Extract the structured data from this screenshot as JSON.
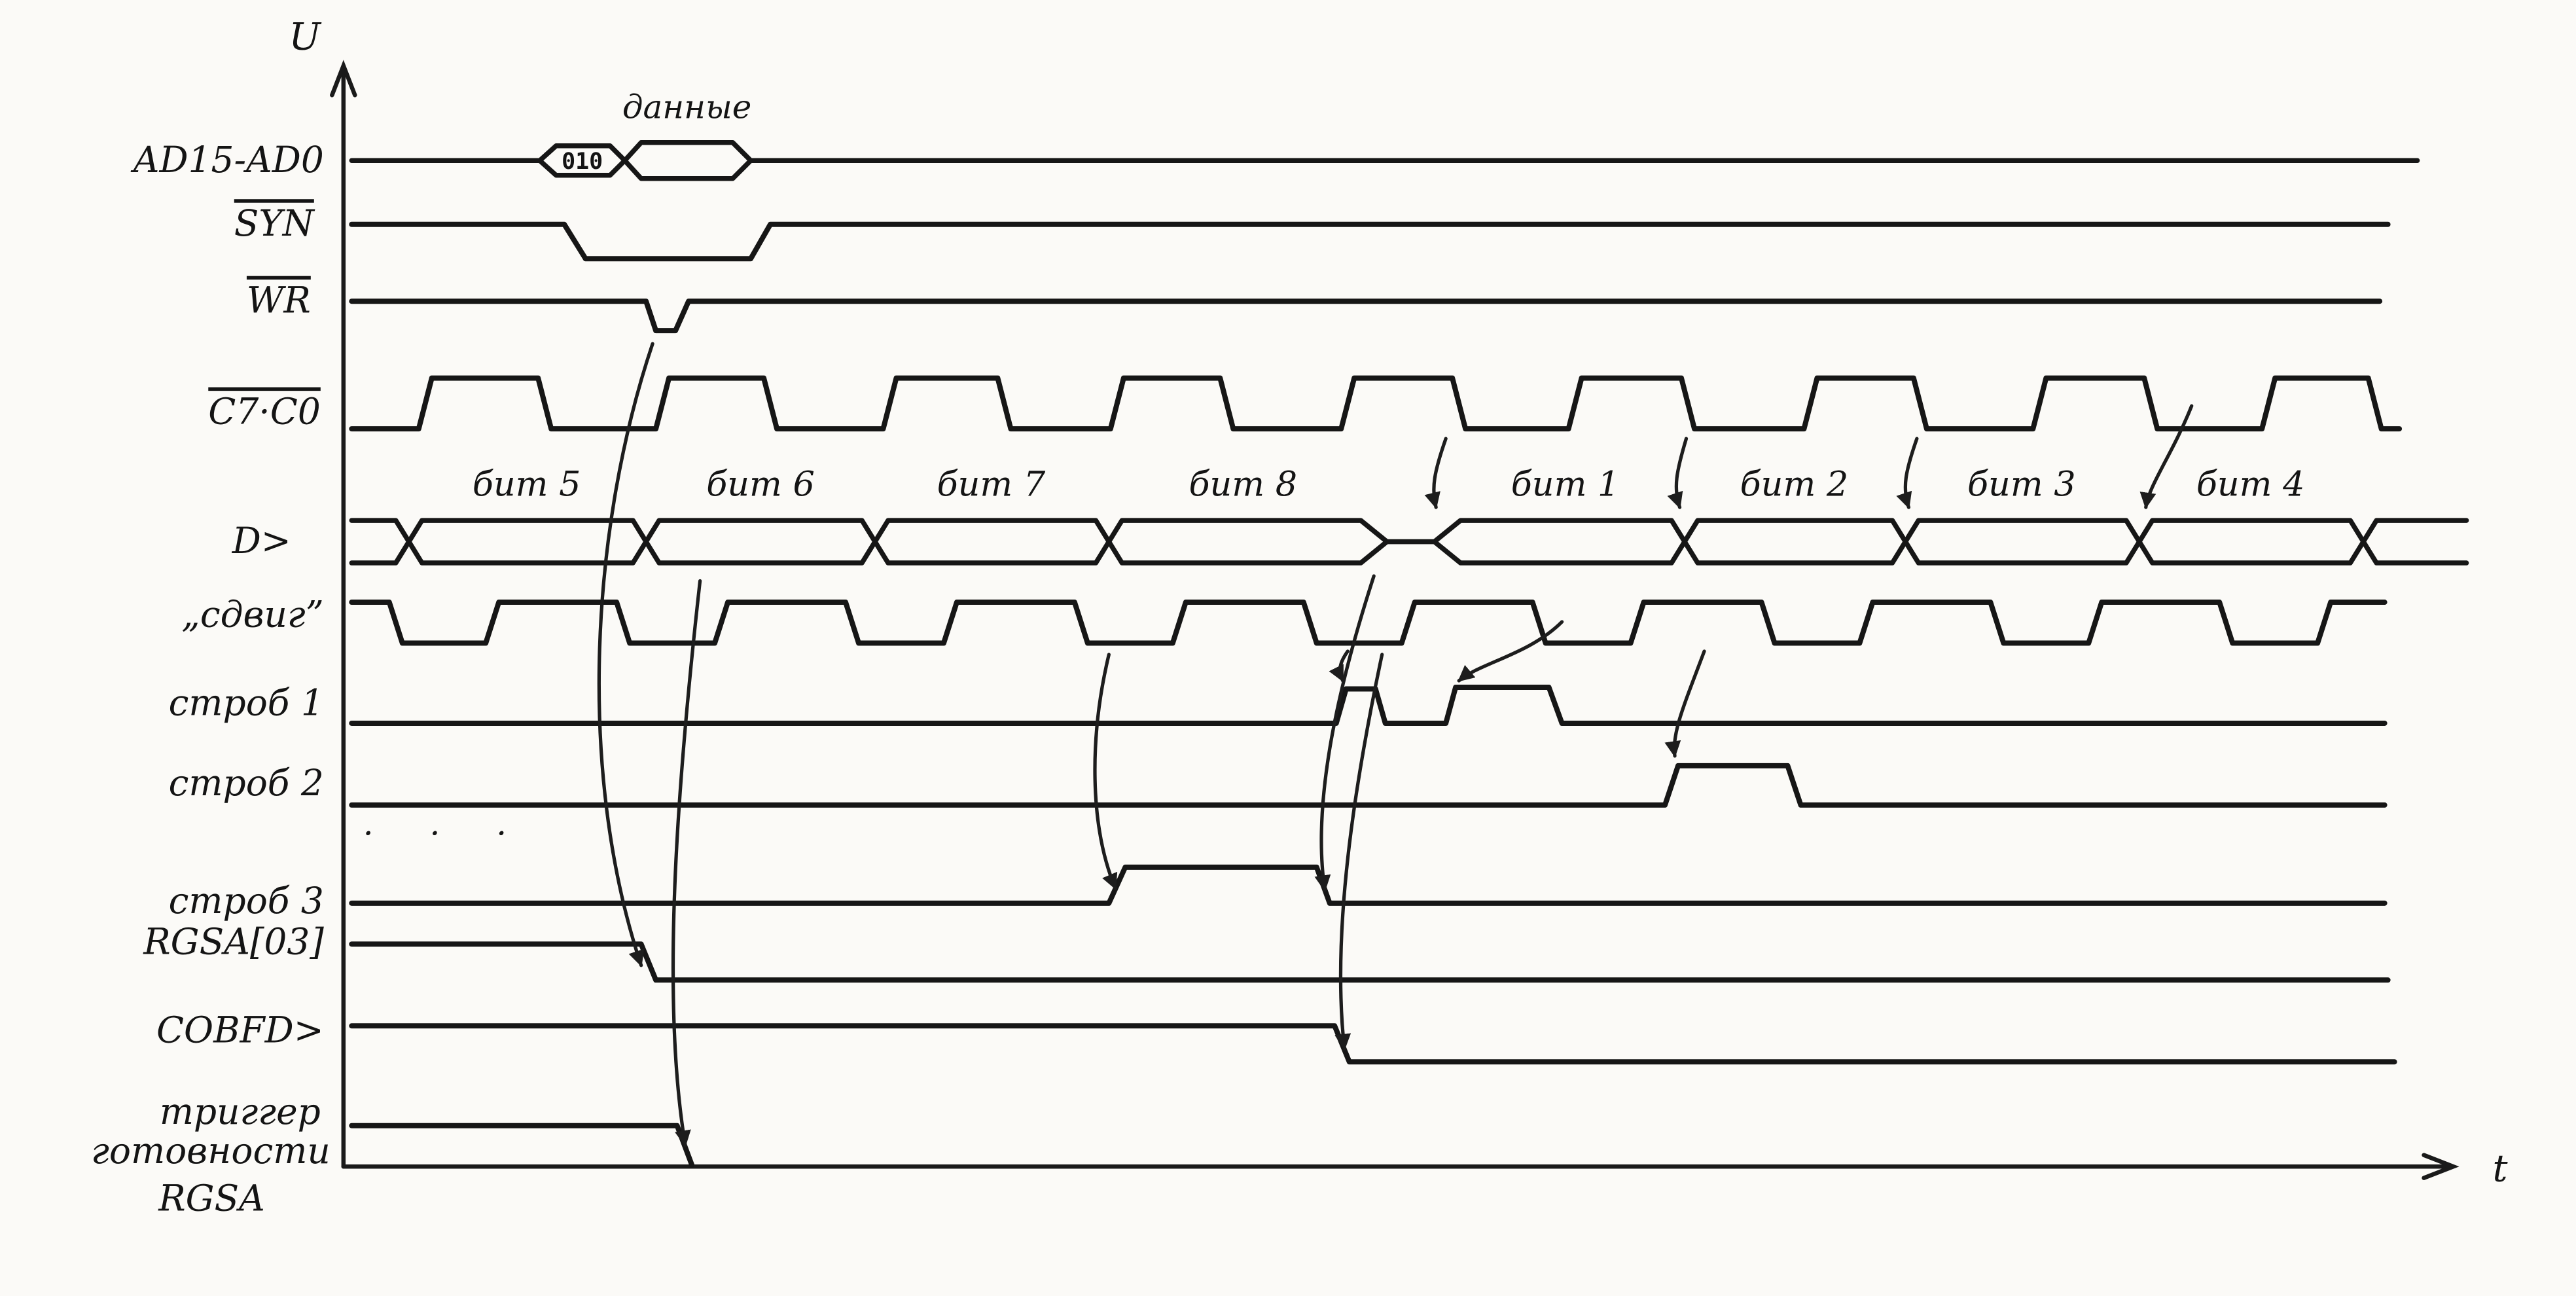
{
  "axes": {
    "u_label": "U",
    "t_label": "t"
  },
  "signals": [
    {
      "id": "ad15-ad0",
      "label": "AD15-AD0",
      "overline": false
    },
    {
      "id": "syn",
      "label": "SYN",
      "overline": true
    },
    {
      "id": "wr",
      "label": "WR",
      "overline": true
    },
    {
      "id": "c7-c0",
      "label": "C7·C0",
      "overline": true
    },
    {
      "id": "d-bus",
      "label": "D>",
      "overline": false
    },
    {
      "id": "sdvig",
      "label": "„сдвиг”",
      "overline": false
    },
    {
      "id": "strobe1",
      "label": "строб 1",
      "overline": false
    },
    {
      "id": "strobe2",
      "label": "строб 2",
      "overline": false
    },
    {
      "id": "strobe3",
      "label": "строб 3",
      "overline": false
    },
    {
      "id": "rgsa03",
      "label": "RGSA[03]",
      "overline": false
    },
    {
      "id": "cobfd",
      "label": "COBFD>",
      "overline": false
    },
    {
      "id": "ready-trigger",
      "label_lines": [
        "триггер",
        "готовности",
        "RGSA"
      ]
    }
  ],
  "ad_bus": {
    "code_label": "010",
    "data_annotation": "данные"
  },
  "d_bus_bits": [
    "бит 5",
    "бит 6",
    "бит 7",
    "бит 8",
    "бит 1",
    "бит 2",
    "бит 3",
    "бит 4"
  ],
  "ellipsis": "· · ·"
}
